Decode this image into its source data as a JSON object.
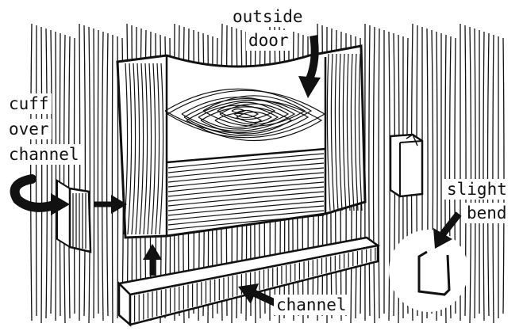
{
  "labels": {
    "outside_line1": "outside",
    "outside_line2": "door",
    "cuff_line1": "cuff",
    "cuff_line2": "over",
    "cuff_line3": "channel",
    "bend_line1": "slight",
    "bend_line2": "bend",
    "channel": "channel"
  },
  "colors": {
    "ink": "#111111",
    "paper": "#ffffff"
  },
  "icons": [
    "curved-arrow-icon",
    "arrow-icon"
  ]
}
